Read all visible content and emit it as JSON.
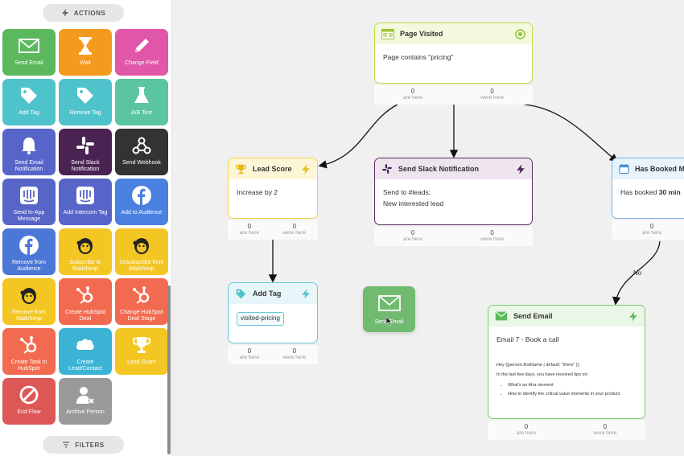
{
  "sidebar": {
    "actions_label": "ACTIONS",
    "filters_label": "FILTERS",
    "tiles": [
      {
        "label": "Send Email",
        "color": "#5cb85c",
        "icon": "envelope-icon"
      },
      {
        "label": "Wait",
        "color": "#f39a1f",
        "icon": "hourglass-icon"
      },
      {
        "label": "Change Field",
        "color": "#e056a9",
        "icon": "pencil-icon"
      },
      {
        "label": "Add Tag",
        "color": "#4fc3cc",
        "icon": "tag-icon"
      },
      {
        "label": "Remove Tag",
        "color": "#4fc3cc",
        "icon": "tag-icon"
      },
      {
        "label": "A/B Test",
        "color": "#5bc4a3",
        "icon": "flask-icon"
      },
      {
        "label": "Send Email Notification",
        "color": "#5765c9",
        "icon": "bell-icon"
      },
      {
        "label": "Send Slack Notification",
        "color": "#4a2353",
        "icon": "slack-icon"
      },
      {
        "label": "Send Webhook",
        "color": "#333333",
        "icon": "webhook-icon"
      },
      {
        "label": "Send In-App Message",
        "color": "#5765c9",
        "icon": "intercom-icon"
      },
      {
        "label": "Add Intercom Tag",
        "color": "#5765c9",
        "icon": "intercom-icon"
      },
      {
        "label": "Add to Audience",
        "color": "#4a80e0",
        "icon": "facebook-icon"
      },
      {
        "label": "Remove from Audience",
        "color": "#4b77d6",
        "icon": "facebook-icon"
      },
      {
        "label": "Subscribe to Mailchimp",
        "color": "#f3c624",
        "icon": "mailchimp-icon"
      },
      {
        "label": "Unsubscribe from Mailchimp",
        "color": "#f3c624",
        "icon": "mailchimp-icon"
      },
      {
        "label": "Remove from Mailchimp",
        "color": "#f3c624",
        "icon": "mailchimp-icon"
      },
      {
        "label": "Create HubSpot Deal",
        "color": "#f26b50",
        "icon": "hubspot-icon"
      },
      {
        "label": "Change HubSpot Deal Stage",
        "color": "#f26b50",
        "icon": "hubspot-icon"
      },
      {
        "label": "Create Task in HubSpot",
        "color": "#f26b50",
        "icon": "hubspot-icon"
      },
      {
        "label": "Create Lead/Contact",
        "color": "#3bb3d5",
        "icon": "salesforce-icon"
      },
      {
        "label": "Lead Score",
        "color": "#f3c624",
        "icon": "trophy-icon"
      },
      {
        "label": "End Flow",
        "color": "#de5757",
        "icon": "stop-icon"
      },
      {
        "label": "Archive Person",
        "color": "#9a9a9a",
        "icon": "archive-person-icon"
      }
    ]
  },
  "stats_labels": {
    "are_here": "are here",
    "were_here": "were here"
  },
  "nodes": {
    "page_visited": {
      "title": "Page Visited",
      "body": "Page contains \"pricing\"",
      "are_here": "0",
      "were_here": "0"
    },
    "lead_score": {
      "title": "Lead Score",
      "body": "Increase by 2",
      "are_here": "0",
      "were_here": "0"
    },
    "slack": {
      "title": "Send Slack Notification",
      "line1": "Send to #leads:",
      "line2": "New interested lead",
      "are_here": "0",
      "were_here": "0"
    },
    "booked": {
      "title": "Has Booked M",
      "body_prefix": "Has booked ",
      "body_bold": "30 min",
      "are_here": "0",
      "were_here": ""
    },
    "add_tag": {
      "title": "Add Tag",
      "tag": "visited-pricing",
      "are_here": "0",
      "were_here": "0"
    },
    "send_email": {
      "title": "Send Email",
      "subject": "Email 7 - Book a call",
      "line1": "Hey {{person.firstName | default: \"there\" }},",
      "line2": "In the last few days, you have received tips on:",
      "bullet1": "What's an Aha moment",
      "bullet2": "How to identify the critical value moments in your product.",
      "are_here": "0",
      "were_here": "0"
    }
  },
  "edge_labels": {
    "no": "No"
  },
  "drag_tile": {
    "label": "Send Email"
  }
}
